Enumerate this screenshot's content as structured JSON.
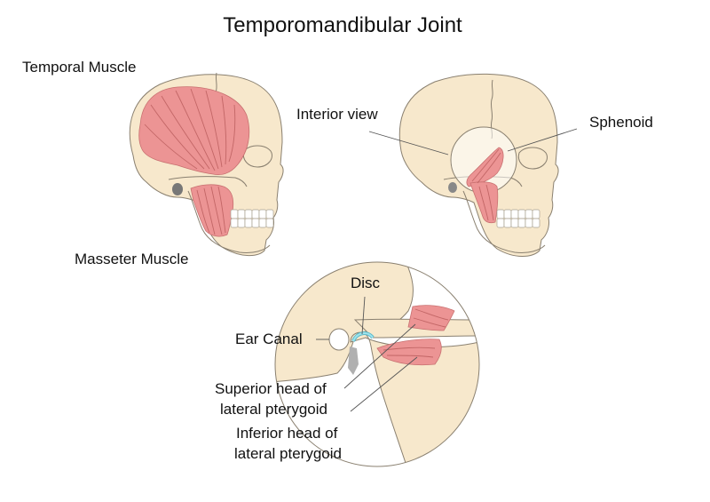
{
  "diagram": {
    "title": "Temporomandibular Joint",
    "colors": {
      "bone": "#f7e8cc",
      "muscle": "#ec9494",
      "disc": "#7fd3e0",
      "outline": "#8a8070",
      "background": "#ffffff"
    },
    "panels": {
      "left_skull": {
        "labels": {
          "temporal_muscle": "Temporal Muscle",
          "masseter_muscle": "Masseter Muscle"
        }
      },
      "right_skull": {
        "labels": {
          "interior_view": "Interior view",
          "sphenoid": "Sphenoid"
        }
      },
      "joint_detail": {
        "labels": {
          "disc": "Disc",
          "ear_canal": "Ear Canal",
          "superior_head_line1": "Superior head of",
          "superior_head_line2": "lateral pterygoid",
          "inferior_head_line1": "Inferior head of",
          "inferior_head_line2": "lateral pterygoid"
        }
      }
    }
  }
}
